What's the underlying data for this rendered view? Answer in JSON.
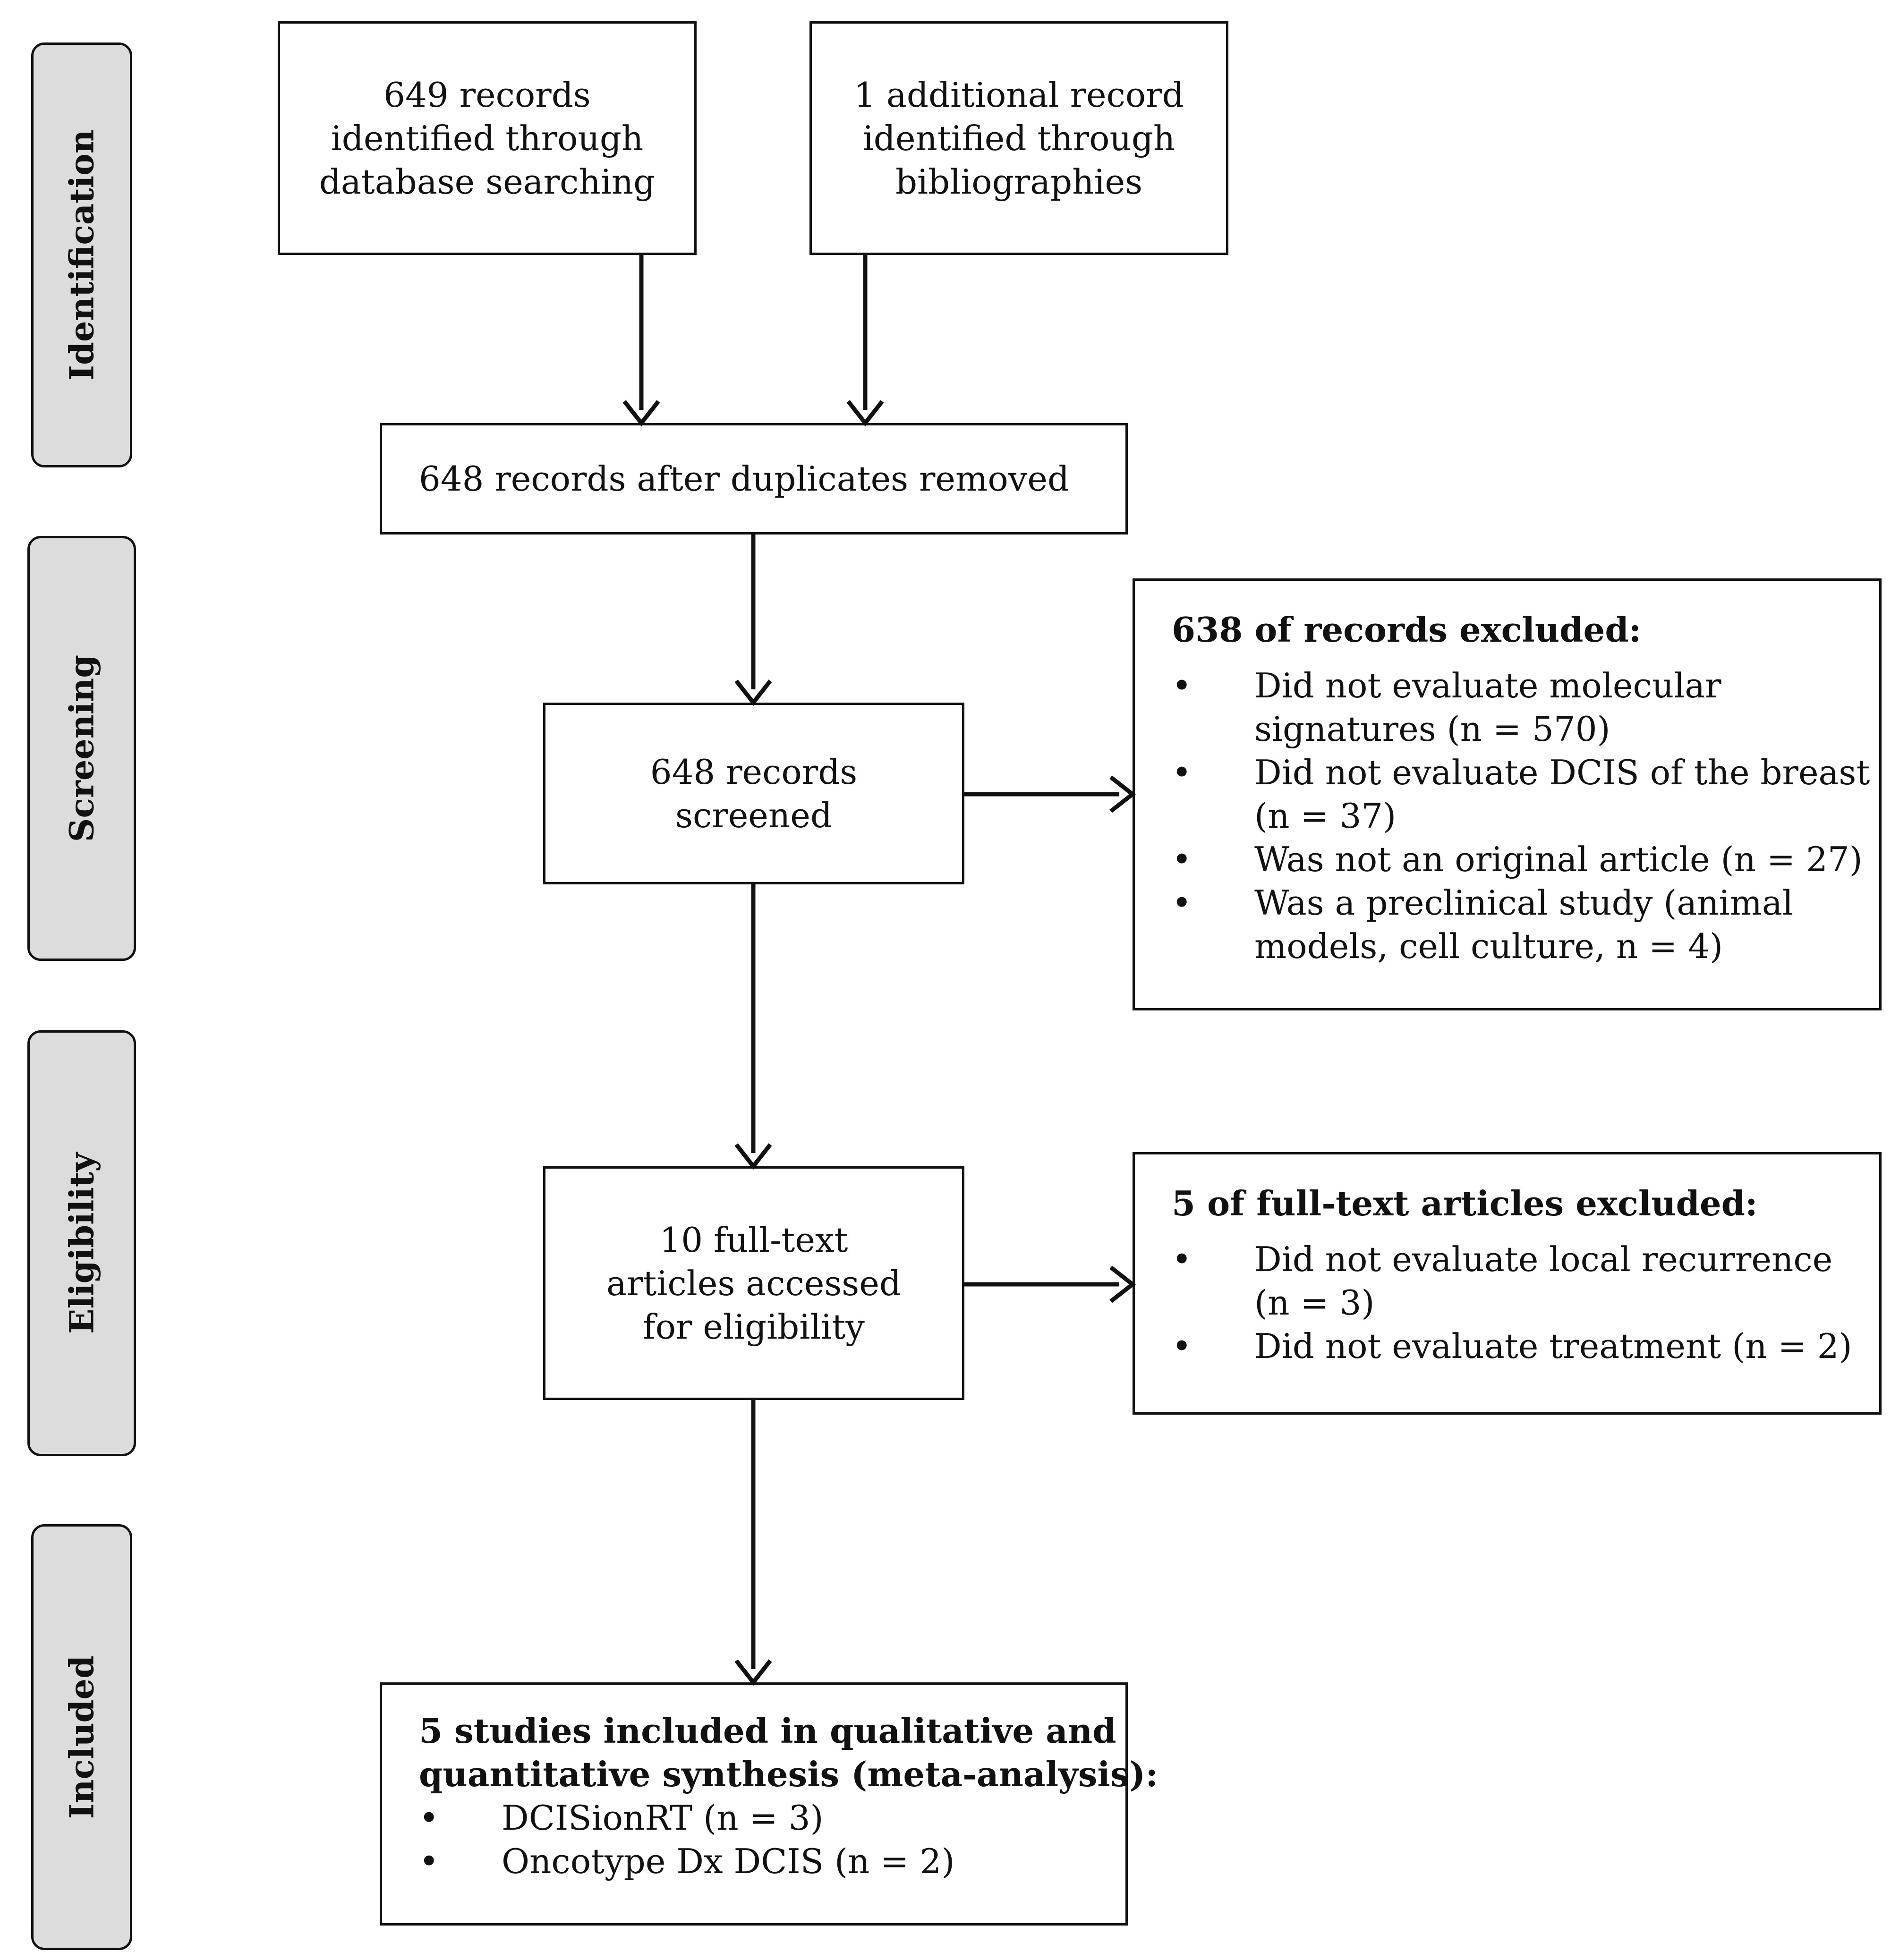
{
  "stages": {
    "identification": "Identification",
    "screening": "Screening",
    "eligibility": "Eligibility",
    "included": "Included"
  },
  "boxes": {
    "database_records": [
      "649 records",
      "identified through",
      "database searching"
    ],
    "additional_records": [
      "1 additional record",
      "identified through",
      "bibliographies"
    ],
    "after_duplicates": "648 records after duplicates removed",
    "screened": [
      "648 records",
      "screened"
    ],
    "full_text": [
      "10 full-text",
      "articles accessed",
      "for eligibility"
    ]
  },
  "excluded_screening": {
    "heading": "638 of records excluded:",
    "items": [
      [
        "Did not evaluate molecular",
        "signatures (n = 570)"
      ],
      [
        "Did not evaluate DCIS of the breast",
        "(n = 37)"
      ],
      [
        "Was not an original article (n = 27)"
      ],
      [
        "Was a preclinical study (animal",
        "models, cell culture, n = 4)"
      ]
    ]
  },
  "excluded_eligibility": {
    "heading": "5 of full-text articles excluded:",
    "items": [
      [
        "Did not evaluate local recurrence",
        "(n = 3)"
      ],
      [
        "Did not evaluate treatment (n = 2)"
      ]
    ]
  },
  "included_box": {
    "heading": [
      "5 studies included in qualitative and",
      "quantitative synthesis (meta-analysis):"
    ],
    "items": [
      [
        "DCISionRT (n = 3)"
      ],
      [
        "Oncotype Dx DCIS (n = 2)"
      ]
    ]
  },
  "bullet": "•"
}
